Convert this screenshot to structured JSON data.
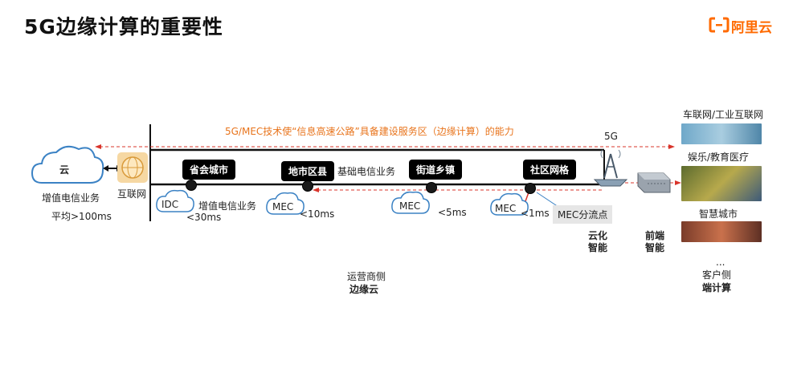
{
  "header": {
    "title": "5G边缘计算的重要性",
    "brand_text": "阿里云"
  },
  "banner": {
    "text": "5G/MEC技术使“信息高速公路”具备建设服务区（边缘计算）的能力",
    "color": "#e8741c"
  },
  "left": {
    "cloud_label": "云",
    "internet_label": "互联网",
    "service_label": "增值电信业务",
    "latency": "平均>100ms"
  },
  "labels": {
    "five_g": "5G",
    "basic_service": "基础电信业务",
    "value_added": "增值电信业务",
    "mec_split": "MEC分流点"
  },
  "tiers": [
    {
      "pill": "省会城市",
      "cloud": "IDC",
      "latency": "<30ms"
    },
    {
      "pill": "地市区县",
      "cloud": "MEC",
      "latency": "<10ms"
    },
    {
      "pill": "街道乡镇",
      "cloud": "MEC",
      "latency": "<5ms"
    },
    {
      "pill": "社区网格",
      "cloud": "MEC",
      "latency": "<1ms"
    }
  ],
  "edge_labels": {
    "cloud_intel_1": "云化",
    "cloud_intel_2": "智能",
    "front_intel_1": "前端",
    "front_intel_2": "智能"
  },
  "scenarios": {
    "items": [
      "车联网/工业互联网",
      "娱乐/教育医疗",
      "智慧城市"
    ],
    "ellipsis": "...",
    "side_label": "客户侧",
    "side_title": "端计算"
  },
  "bottom": {
    "operator_label": "运营商侧",
    "operator_title": "边缘云"
  },
  "colors": {
    "accent_orange": "#e8741c",
    "brand_orange": "#ff6a00",
    "dashed_red": "#d9342b",
    "cloud_blue": "#3b82c4"
  }
}
